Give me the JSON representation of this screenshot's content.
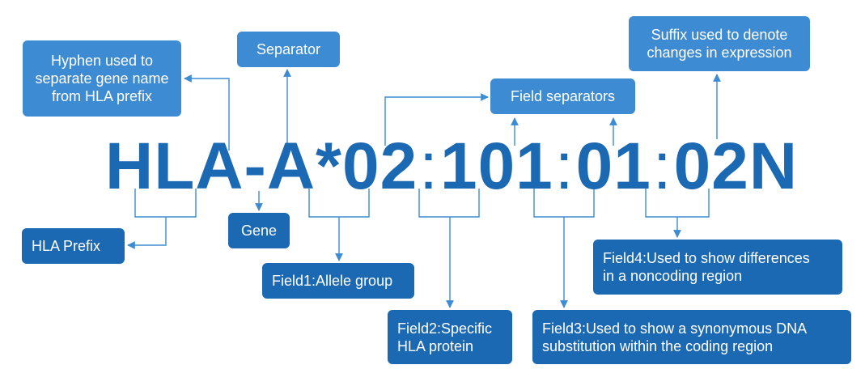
{
  "designation": {
    "prefix": "HLA-A*02",
    "sep1": ":",
    "field2": "101",
    "sep2": ":",
    "field3": "01",
    "sep3": ":",
    "field4_suffix": "02N"
  },
  "labels": {
    "hyphen": "Hyphen used to\nseparate gene name\nfrom HLA prefix",
    "separator": "Separator",
    "field_separators": "Field separators",
    "suffix": "Suffix used to denote\nchanges in expression",
    "hla_prefix": "HLA Prefix",
    "gene": "Gene",
    "field1": "Field1:Allele group",
    "field2": "Field2:Specific\nHLA protein",
    "field3": "Field3:Used to show a synonymous DNA\nsubstitution within the coding region",
    "field4": "Field4:Used to show differences\n in a noncoding region"
  },
  "colors": {
    "dark_blue": "#1b68b3",
    "light_blue": "#3d8bd2",
    "line_blue": "#3d8bd2"
  }
}
